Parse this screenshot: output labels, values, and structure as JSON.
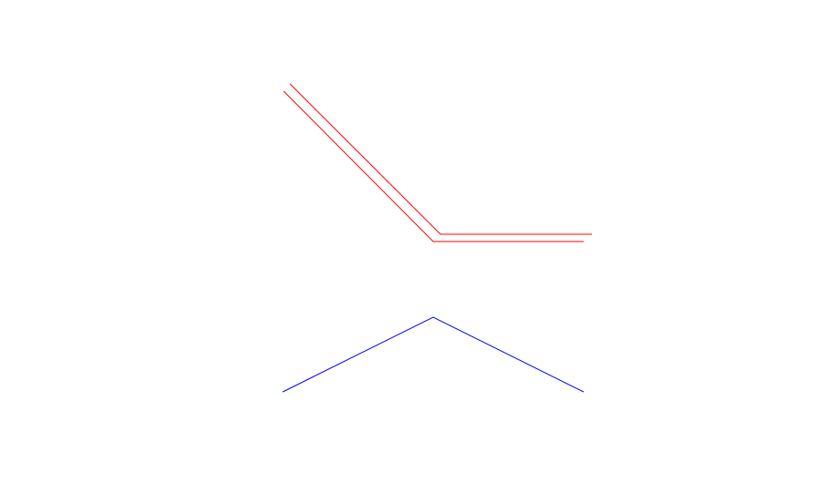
{
  "drawing": {
    "colors": {
      "background": "#ffffff",
      "offset_polyline": "#ff0000",
      "base_polyline": "#0000ff"
    },
    "shapes": [
      {
        "kind": "polyline",
        "role": "offset-line-outer",
        "color": "#ff0000"
      },
      {
        "kind": "polyline",
        "role": "offset-line-inner",
        "color": "#ff0000"
      },
      {
        "kind": "polyline",
        "role": "base-line",
        "color": "#0000ff"
      }
    ]
  }
}
